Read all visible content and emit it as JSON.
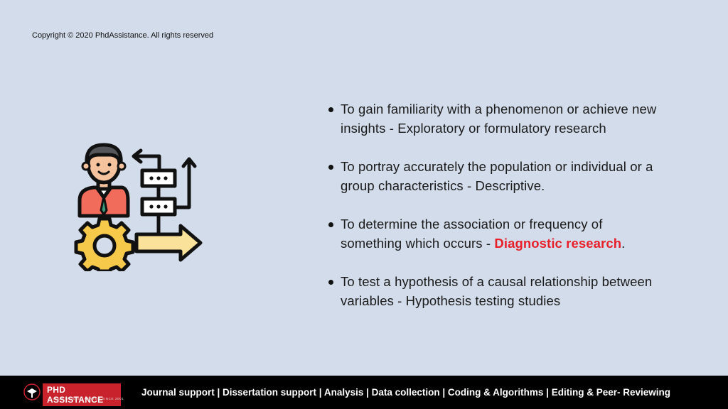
{
  "copyright": "Copyright © 2020 PhdAssistance. All rights reserved",
  "bullets": [
    {
      "text": "To gain familiarity with a phenomenon or achieve new insights - Exploratory or formulatory research"
    },
    {
      "text": "To portray accurately the population or individual or a group characteristics - Descriptive."
    },
    {
      "before": "To determine the association or frequency of something which occurs - ",
      "highlight": "Diagnostic research",
      "after": "."
    },
    {
      "text": "To test a hypothesis of a causal relationship between variables - Hypothesis testing studies"
    }
  ],
  "footer": {
    "logo_text": "PHD ASSISTANCE",
    "logo_tagline": "YOUR TRUSTED MENTOR SINCE 2001",
    "services": "Journal support | Dissertation support | Analysis | Data collection | Coding & Algorithms | Editing & Peer- Reviewing"
  },
  "colors": {
    "background": "#d3dcea",
    "highlight": "#e8202a",
    "footer_bg": "#000000",
    "logo_red": "#c8232c"
  },
  "icons": [
    "researcher-person-icon",
    "gear-icon",
    "flowchart-icon",
    "arrow-right-icon"
  ]
}
